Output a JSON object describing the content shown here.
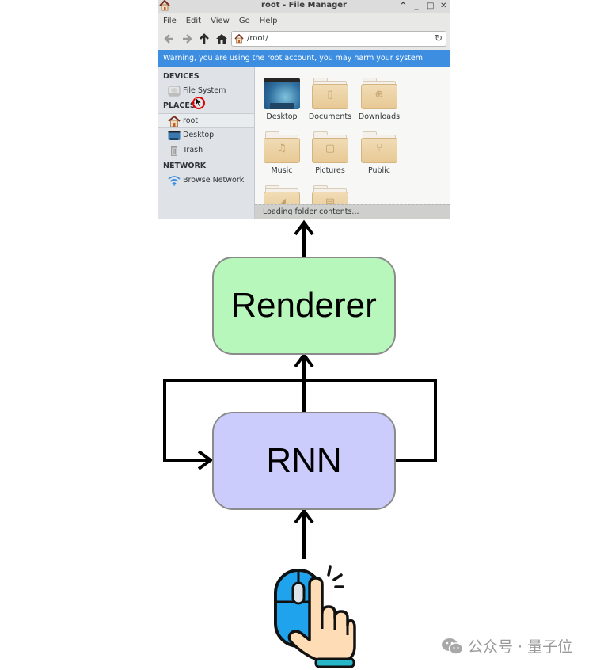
{
  "file_manager": {
    "window_title": "root - File Manager",
    "window_buttons": [
      "^",
      "_",
      "□",
      "✕"
    ],
    "menu": [
      "File",
      "Edit",
      "View",
      "Go",
      "Help"
    ],
    "toolbar": {
      "icons": [
        "back-arrow-icon",
        "forward-arrow-icon",
        "up-arrow-icon",
        "home-icon"
      ],
      "address": "/root/",
      "reload_icon": "↻"
    },
    "warning": "Warning, you are using the root account, you may harm your system.",
    "sidebar": {
      "sections": [
        {
          "heading": "DEVICES",
          "items": [
            {
              "label": "File System",
              "icon": "drive-icon"
            }
          ]
        },
        {
          "heading": "PLACES",
          "items": [
            {
              "label": "root",
              "icon": "home-icon",
              "selected": true
            },
            {
              "label": "Desktop",
              "icon": "desktop-icon"
            },
            {
              "label": "Trash",
              "icon": "trash-icon"
            }
          ]
        },
        {
          "heading": "NETWORK",
          "items": [
            {
              "label": "Browse Network",
              "icon": "wifi-icon"
            }
          ]
        }
      ]
    },
    "files": [
      {
        "name": "Desktop",
        "icon": "desktop-icon",
        "glyph": ""
      },
      {
        "name": "Documents",
        "icon": "folder-documents-icon",
        "glyph": "▯"
      },
      {
        "name": "Downloads",
        "icon": "folder-downloads-icon",
        "glyph": "⊕"
      },
      {
        "name": "Music",
        "icon": "folder-music-icon",
        "glyph": "♫"
      },
      {
        "name": "Pictures",
        "icon": "folder-pictures-icon",
        "glyph": "▢"
      },
      {
        "name": "Public",
        "icon": "folder-public-icon",
        "glyph": "⑂"
      },
      {
        "name": "",
        "icon": "folder-templates-icon",
        "glyph": "◢"
      },
      {
        "name": "",
        "icon": "folder-videos-icon",
        "glyph": "▤"
      }
    ],
    "status": "Loading folder contents..."
  },
  "diagram": {
    "nodes": [
      {
        "id": "renderer",
        "label": "Renderer",
        "color": "#b7f7bb"
      },
      {
        "id": "rnn",
        "label": "RNN",
        "color": "#ccccfc"
      }
    ],
    "edges": [
      {
        "from": "mouse-input",
        "to": "rnn"
      },
      {
        "from": "rnn",
        "to": "renderer"
      },
      {
        "from": "rnn",
        "to": "rnn",
        "type": "recurrent-loop"
      },
      {
        "from": "renderer",
        "to": "file-manager-screen"
      }
    ],
    "input_icon": "mouse-click-icon"
  },
  "watermark": {
    "icon": "wechat-icon",
    "text": "公众号 · 量子位"
  }
}
